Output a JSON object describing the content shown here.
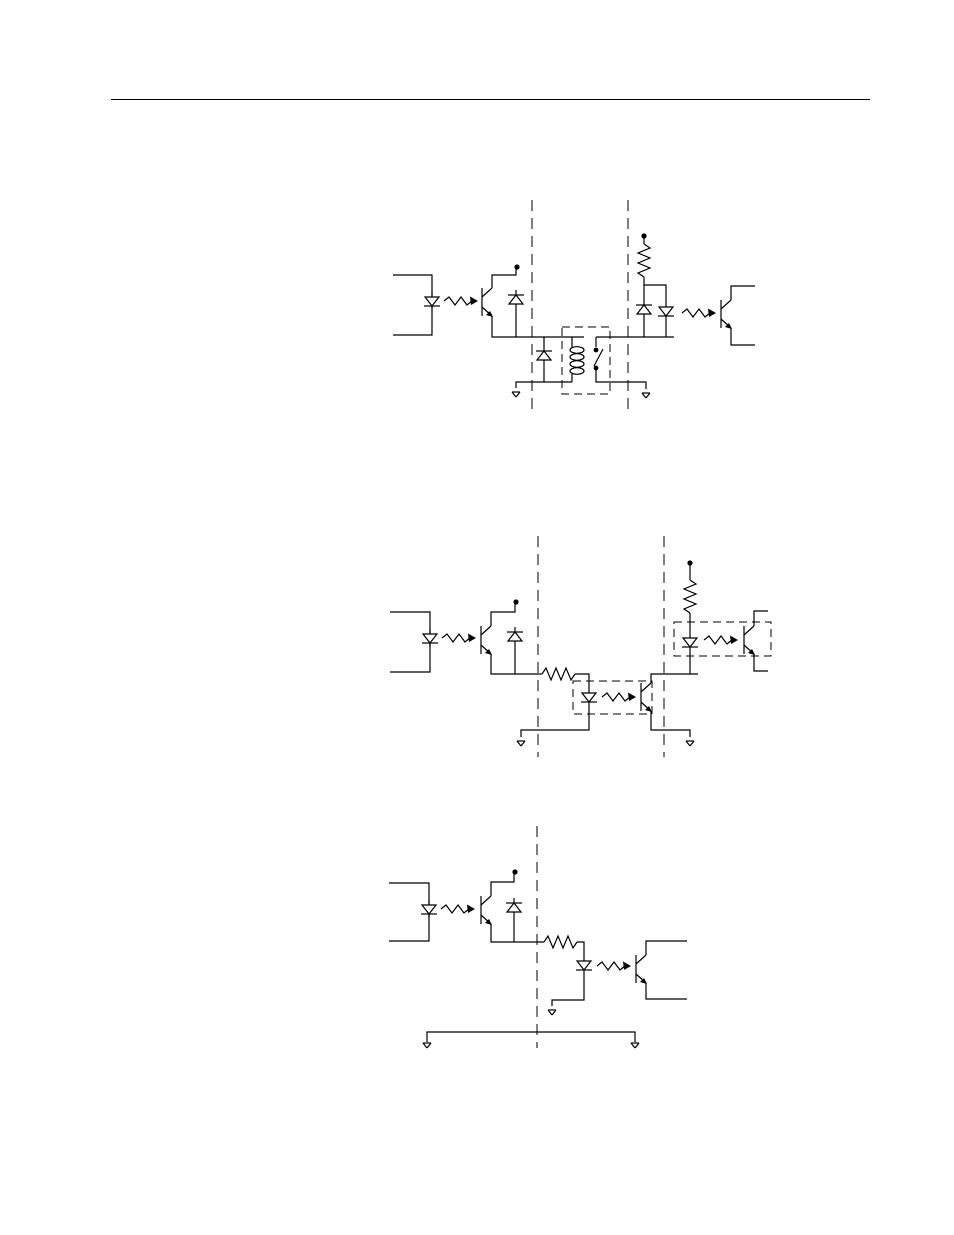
{
  "page": {
    "background": "#ffffff",
    "line_color": "#000000"
  },
  "diagrams": [
    {
      "id": "relay-isolated-interface",
      "components": [
        "optocoupler-input",
        "npn-transistor",
        "flyback-diode",
        "relay-coil",
        "relay-contact",
        "pull-up-resistor",
        "optocoupler-output",
        "ground-symbol"
      ],
      "isolation_boundaries": 2
    },
    {
      "id": "optocoupler-isolated-interface",
      "components": [
        "optocoupler-input",
        "npn-transistor",
        "flyback-diode",
        "series-resistor",
        "optocoupler",
        "pull-up-resistor",
        "optocoupler-output",
        "ground-symbol"
      ],
      "isolation_boundaries": 2
    },
    {
      "id": "direct-interface",
      "components": [
        "optocoupler-input",
        "npn-transistor",
        "flyback-diode",
        "series-resistor",
        "optocoupler-output",
        "ground-symbol",
        "common-ground-bus"
      ],
      "isolation_boundaries": 1
    }
  ]
}
